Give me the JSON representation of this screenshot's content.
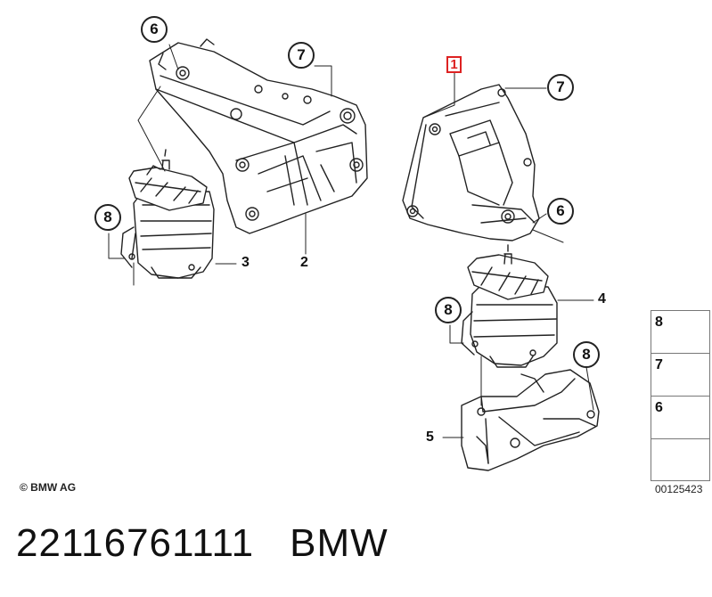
{
  "diagram": {
    "part_box_label": "1",
    "callouts": {
      "c6_top": "6",
      "c7_top": "7",
      "c7_right": "7",
      "c6_right": "6",
      "c8_left": "8",
      "c8_center": "8",
      "c8_lower": "8"
    },
    "labels": {
      "l2": "2",
      "l3": "3",
      "l4": "4",
      "l5": "5"
    },
    "legend": [
      {
        "number": "8",
        "icon": "bolt-icon"
      },
      {
        "number": "7",
        "icon": "flange-bolt-icon"
      },
      {
        "number": "6",
        "icon": "hex-nut-icon"
      },
      {
        "number": "",
        "icon": "direction-arrow-icon"
      }
    ],
    "copyright": "© BMW AG",
    "diagram_id": "00125423"
  },
  "footer": {
    "part_number": "22116761111",
    "brand": "BMW"
  }
}
